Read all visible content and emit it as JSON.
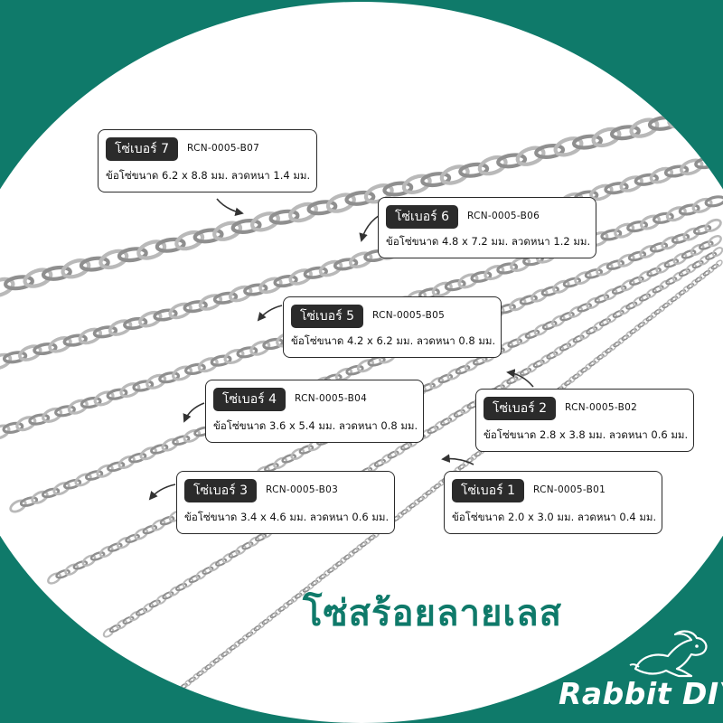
{
  "product_title": "โซ่สร้อยลายเลส",
  "brand": "Rabbit DIY",
  "colors": {
    "background": "#0f7a6a",
    "tag_bg": "#2b2b2b",
    "chain": "#b9b9b9",
    "title": "#0f7a6a"
  },
  "callouts": [
    {
      "id": "b07",
      "label": "โซ่เบอร์ 7",
      "code": "RCN-0005-B07",
      "size": "ข้อโซ่ขนาด 6.2 x 8.8 มม. ลวดหนา 1.4 มม."
    },
    {
      "id": "b06",
      "label": "โซ่เบอร์ 6",
      "code": "RCN-0005-B06",
      "size": "ข้อโซ่ขนาด 4.8 x 7.2 มม. ลวดหนา 1.2 มม."
    },
    {
      "id": "b05",
      "label": "โซ่เบอร์ 5",
      "code": "RCN-0005-B05",
      "size": "ข้อโซ่ขนาด 4.2 x 6.2 มม. ลวดหนา 0.8 มม."
    },
    {
      "id": "b04",
      "label": "โซ่เบอร์ 4",
      "code": "RCN-0005-B04",
      "size": "ข้อโซ่ขนาด 3.6 x 5.4 มม. ลวดหนา 0.8 มม."
    },
    {
      "id": "b02",
      "label": "โซ่เบอร์ 2",
      "code": "RCN-0005-B02",
      "size": "ข้อโซ่ขนาด 2.8 x 3.8 มม. ลวดหนา 0.6 มม."
    },
    {
      "id": "b03",
      "label": "โซ่เบอร์ 3",
      "code": "RCN-0005-B03",
      "size": "ข้อโซ่ขนาด 3.4 x 4.6 มม. ลวดหนา 0.6 มม."
    },
    {
      "id": "b01",
      "label": "โซ่เบอร์ 1",
      "code": "RCN-0005-B01",
      "size": "ข้อโซ่ขนาด 2.0 x 3.0 มม. ลวดหนา 0.4 มม."
    }
  ]
}
